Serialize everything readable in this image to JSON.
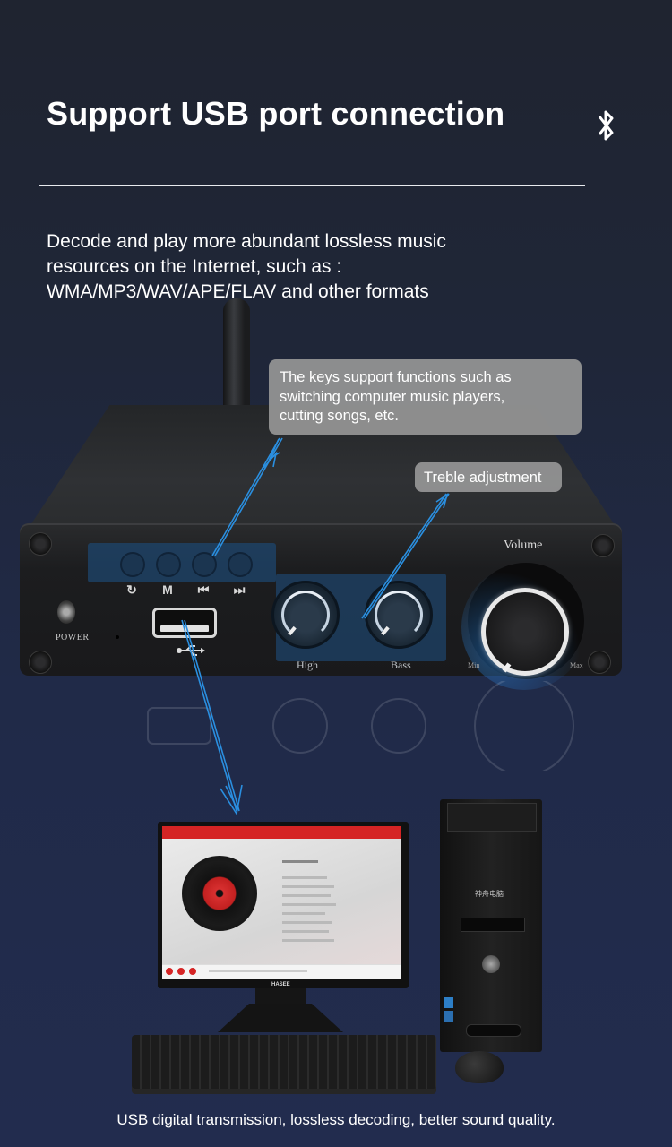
{
  "header": {
    "title": "Support USB port connection",
    "icon": "bluetooth-icon"
  },
  "description": {
    "lines": [
      "Decode and play more abundant lossless music",
      "resources on the Internet, such as :",
      "WMA/MP3/WAV/APE/FLAV and other formats"
    ]
  },
  "callouts": {
    "keys": {
      "lines": [
        "The keys support functions such as",
        "switching computer music players,",
        "cutting songs, etc."
      ]
    },
    "treble": "Treble adjustment"
  },
  "amplifier": {
    "key_labels": [
      "↻",
      "M",
      "⏮",
      "⏭"
    ],
    "key_icons": [
      "repeat-icon",
      "mode-icon",
      "previous-track-icon",
      "next-track-icon"
    ],
    "power_label": "POWER",
    "usb_icon": "usb-icon",
    "high_label": "High",
    "bass_label": "Bass",
    "volume_label": "Volume",
    "min_label": "Min",
    "max_label": "Max"
  },
  "computer": {
    "monitor_brand": "HASEE",
    "tower_brand": "神舟电脑"
  },
  "footer": {
    "text": "USB digital transmission, lossless decoding, better sound quality."
  },
  "colors": {
    "background": "#1f2638",
    "callout": "#969696",
    "arrow": "#2a8fe0",
    "panel_highlight": "#1e466e"
  }
}
